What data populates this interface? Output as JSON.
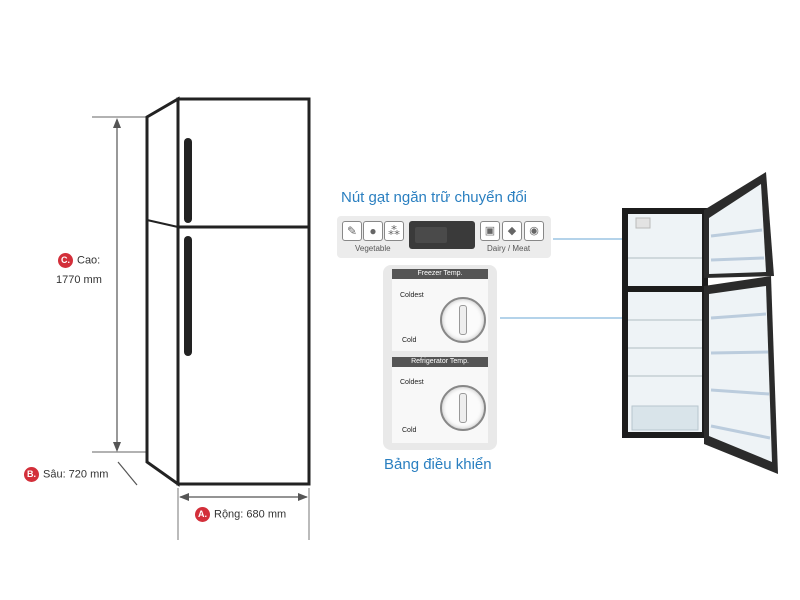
{
  "dimensions": {
    "height": {
      "badge": "C.",
      "label": "Cao:",
      "value": "1770 mm"
    },
    "depth": {
      "badge": "B.",
      "label": "Sâu: 720 mm"
    },
    "width": {
      "badge": "A.",
      "label": "Rộng: 680 mm"
    }
  },
  "switch_section": {
    "title": "Nút gạt ngăn trữ chuyển đổi",
    "left_label": "Vegetable",
    "right_label": "Dairy / Meat"
  },
  "control_panel": {
    "title": "Bảng điều khiển",
    "freezer": {
      "title": "Freezer Temp.",
      "top": "Coldest",
      "bottom": "Cold"
    },
    "fridge": {
      "title": "Refrigerator Temp.",
      "top": "Coldest",
      "bottom": "Cold"
    }
  },
  "colors": {
    "accent": "#2a7fc0",
    "badge": "#d32f3a",
    "fridge_body": "#2b2b2b"
  }
}
